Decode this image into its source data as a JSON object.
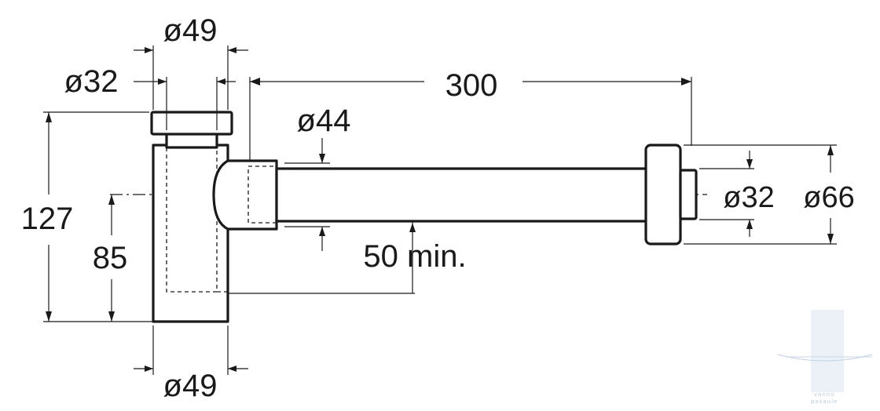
{
  "dimensions": {
    "top_outer_diameter": "ø49",
    "top_inner_diameter": "ø32",
    "length": "300",
    "pipe_diameter": "ø44",
    "total_height": "127",
    "outlet_height": "85",
    "insert_depth": "50 min.",
    "outlet_inner_diameter": "ø32",
    "flange_diameter": "ø66",
    "bottom_diameter": "ø49"
  },
  "watermark": {
    "line1": "vannu",
    "line2": "pasaule"
  },
  "colors": {
    "ink": "#1a1a1a",
    "watermark": "#b9c8d8"
  }
}
